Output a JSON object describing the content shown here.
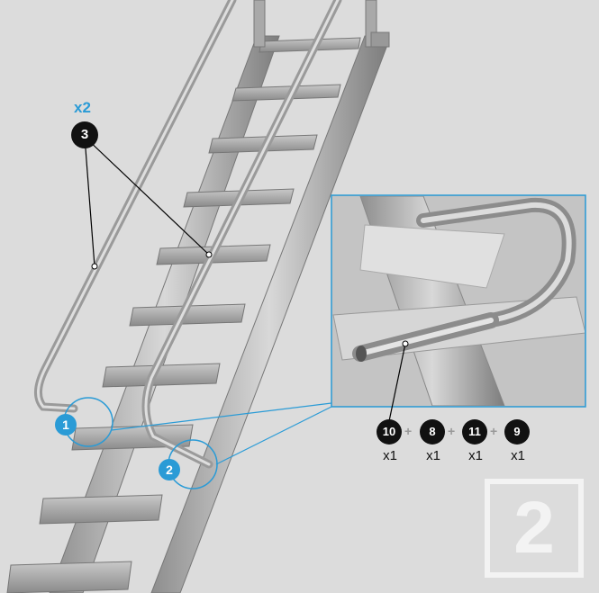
{
  "step": {
    "number": "2"
  },
  "callouts": {
    "handrail_qty": "x2",
    "handrail_ref": "3",
    "point_1": "1",
    "point_2": "2"
  },
  "parts": [
    {
      "ref": "10",
      "qty": "x1"
    },
    {
      "ref": "8",
      "qty": "x1"
    },
    {
      "ref": "11",
      "qty": "x1"
    },
    {
      "ref": "9",
      "qty": "x1"
    }
  ],
  "colors": {
    "accent": "#2a9bd6",
    "badge": "#111111",
    "background": "#dcdcdc"
  }
}
